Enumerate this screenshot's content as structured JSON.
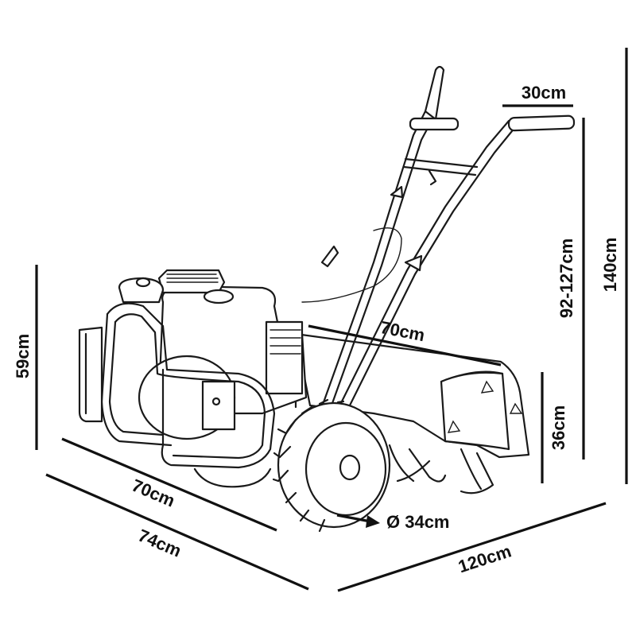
{
  "dimensions": {
    "height_body": "59cm",
    "length_inner": "70cm",
    "length_outer": "74cm",
    "tiller_width": "70cm",
    "handle_grip": "30cm",
    "handle_height_range": "92-127cm",
    "total_height": "140cm",
    "tiller_height": "36cm",
    "wheel_diameter": "Ø 34cm",
    "total_length": "120cm"
  },
  "colors": {
    "line": "#111111",
    "background": "#ffffff"
  }
}
